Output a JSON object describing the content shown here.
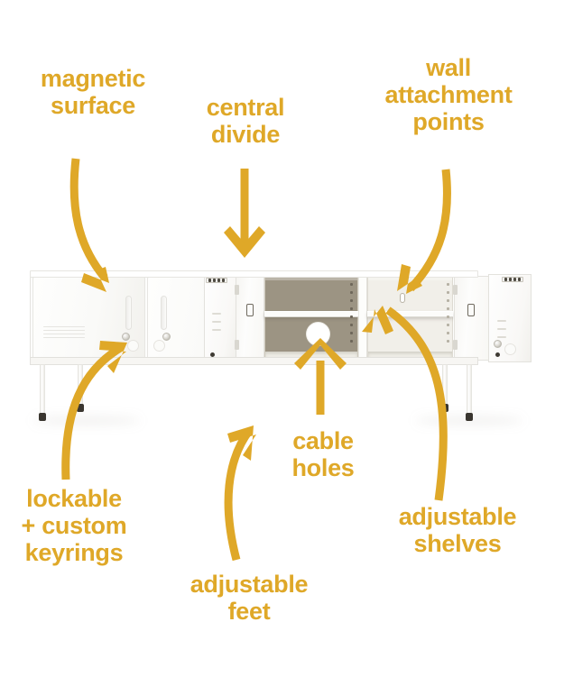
{
  "theme": {
    "accent": "#dfa828",
    "background": "#ffffff",
    "cabinet_white": "#fdfdfc",
    "cabinet_interior": "#9c9483",
    "foot_dark": "#3a3630"
  },
  "diagram": {
    "subject": "storage locker cabinet feature callout diagram",
    "callouts": [
      {
        "id": "magnetic-surface",
        "text": "magnetic\nsurface",
        "arrow": "curved-down-right"
      },
      {
        "id": "central-divide",
        "text": "central\ndivide",
        "arrow": "straight-down"
      },
      {
        "id": "wall-attachment-points",
        "text": "wall\nattachment\npoints",
        "arrow": "curved-down-left"
      },
      {
        "id": "lockable-custom-keyrings",
        "text": "lockable\n+ custom\nkeyrings",
        "arrow": "curved-up-right"
      },
      {
        "id": "adjustable-feet",
        "text": "adjustable\nfeet",
        "arrow": "curved-up-right"
      },
      {
        "id": "cable-holes",
        "text": "cable\nholes",
        "arrow": "straight-up"
      },
      {
        "id": "adjustable-shelves",
        "text": "adjustable\nshelves",
        "arrow": "curved-up-left"
      }
    ]
  },
  "product": {
    "doors": [
      {
        "id": "door-1",
        "state": "closed"
      },
      {
        "id": "door-2",
        "state": "closed"
      },
      {
        "id": "door-3",
        "state": "open"
      },
      {
        "id": "door-4",
        "state": "open"
      }
    ],
    "compartments": [
      {
        "id": "compartment-left",
        "state": "open",
        "shelves": 1,
        "cable_hole": true
      },
      {
        "id": "compartment-right",
        "state": "open",
        "shelves": 1,
        "wall_hole": true
      }
    ],
    "legs": 4,
    "feet": 4
  }
}
